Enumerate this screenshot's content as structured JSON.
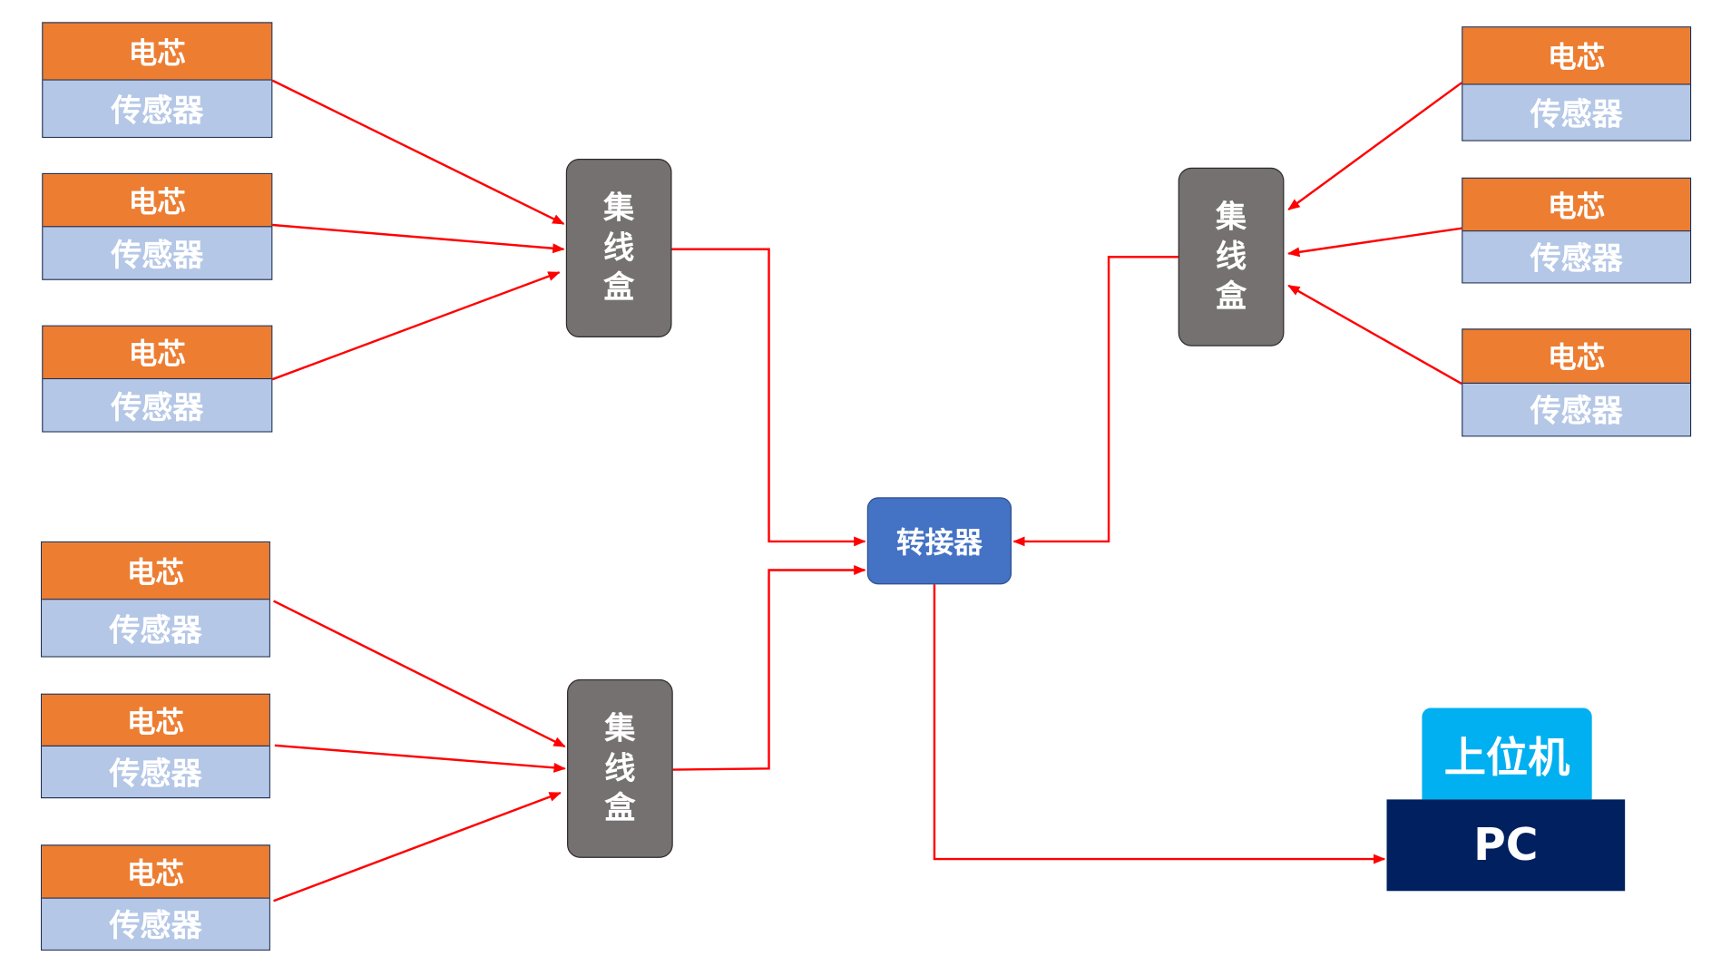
{
  "sensor_units": [
    {
      "cell_label": "电芯",
      "sensor_label": "传感器"
    },
    {
      "cell_label": "电芯",
      "sensor_label": "传感器"
    },
    {
      "cell_label": "电芯",
      "sensor_label": "传感器"
    },
    {
      "cell_label": "电芯",
      "sensor_label": "传感器"
    },
    {
      "cell_label": "电芯",
      "sensor_label": "传感器"
    },
    {
      "cell_label": "电芯",
      "sensor_label": "传感器"
    },
    {
      "cell_label": "电芯",
      "sensor_label": "传感器"
    },
    {
      "cell_label": "电芯",
      "sensor_label": "传感器"
    },
    {
      "cell_label": "电芯",
      "sensor_label": "传感器"
    }
  ],
  "hubs": [
    {
      "label": "集线盒"
    },
    {
      "label": "集线盒"
    },
    {
      "label": "集线盒"
    }
  ],
  "adapter": {
    "label": "转接器"
  },
  "host": {
    "label": "上位机",
    "pc_label": "PC"
  },
  "colors": {
    "cell": "#ED7D31",
    "sensor": "#B4C7E7",
    "hub": "#767171",
    "adapter": "#4472C4",
    "host_top": "#00B0F0",
    "host_pc": "#002060",
    "connector": "#FF0000"
  }
}
